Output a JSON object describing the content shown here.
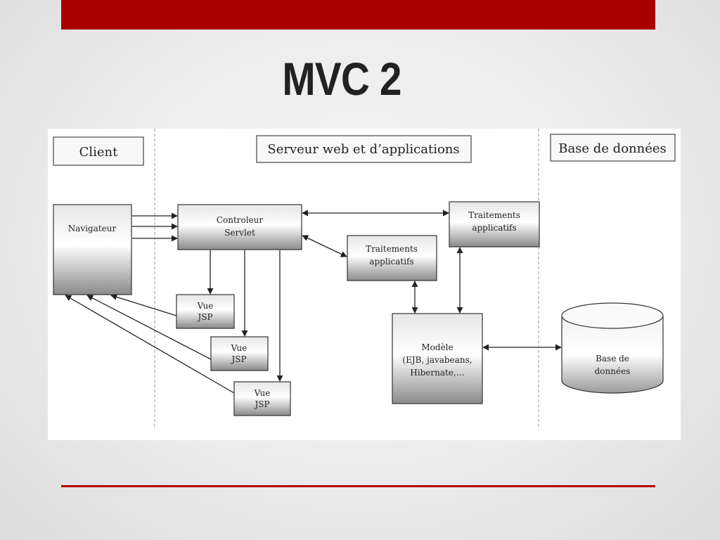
{
  "slide": {
    "title": "MVC 2",
    "accent_color": "#a80000"
  },
  "diagram": {
    "zones": {
      "client": "Client",
      "server": "Serveur web et d’applications",
      "database": "Base de données"
    },
    "navigator": "Navigateur",
    "controller": {
      "line1": "Controleur",
      "line2": "Servlet"
    },
    "traitements_a": {
      "line1": "Traitements",
      "line2": "applicatifs"
    },
    "traitements_b": {
      "line1": "Traitements",
      "line2": "applicatifs"
    },
    "views": [
      {
        "line1": "Vue",
        "line2": "JSP"
      },
      {
        "line1": "Vue",
        "line2": "JSP"
      },
      {
        "line1": "Vue",
        "line2": "JSP"
      }
    ],
    "model": {
      "line1": "Modèle",
      "line2": "(EJB, javabeans,",
      "line3": "Hibernate,…"
    },
    "db": {
      "line1": "Base de",
      "line2": "données"
    }
  }
}
